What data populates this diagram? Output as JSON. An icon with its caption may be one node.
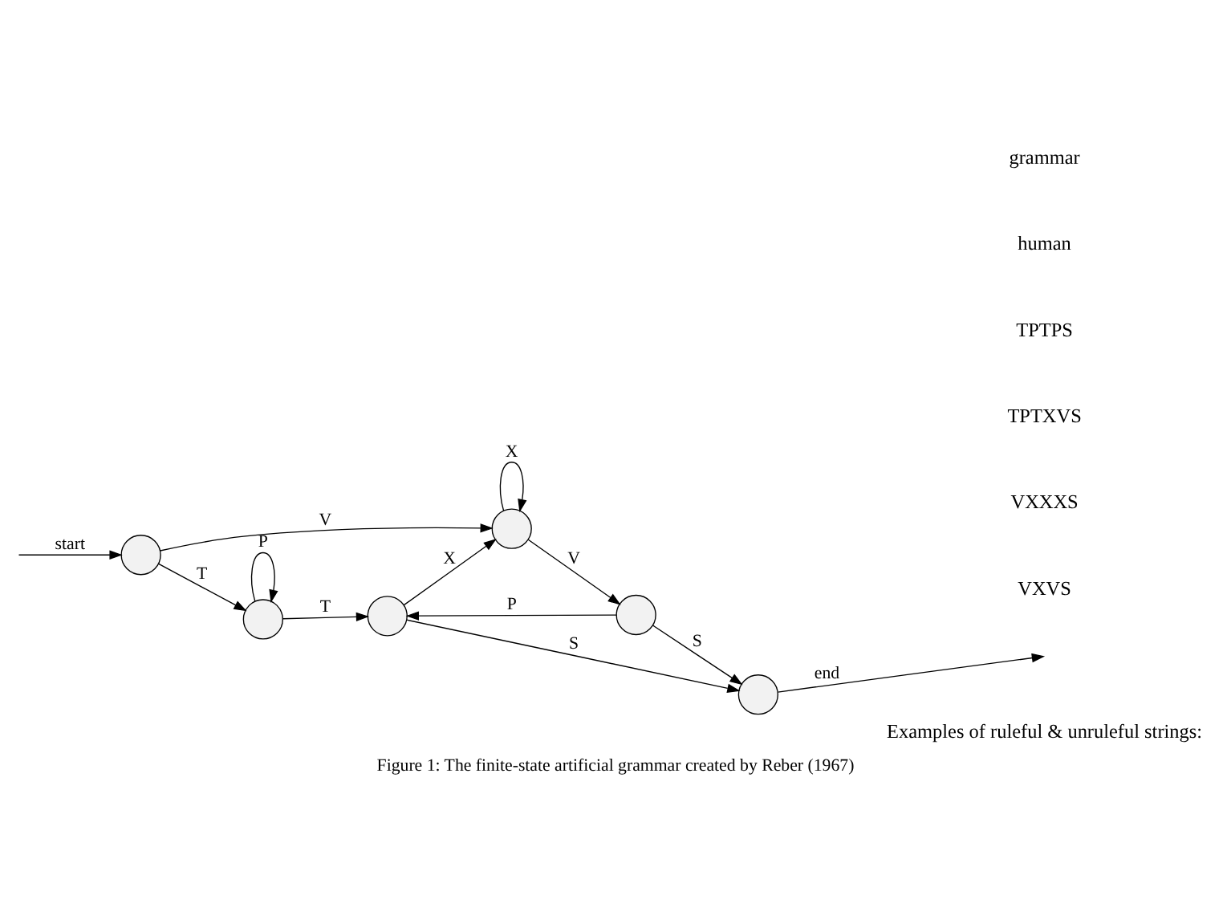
{
  "diagram": {
    "caption": "Figure 1: The finite-state artificial grammar created by Reber (1967)",
    "nodes": [
      {
        "text": [],
        "shape": "circle"
      },
      {
        "text": [],
        "shape": "circle"
      },
      {
        "text": [],
        "shape": "circle"
      },
      {
        "text": [],
        "shape": "circle"
      },
      {
        "text": [],
        "shape": "circle"
      },
      {
        "text": [],
        "shape": "circle"
      }
    ],
    "edges": [
      {
        "from": null,
        "to": 0,
        "arrow": "to",
        "label": "start"
      },
      {
        "from": 0,
        "to": 1,
        "arrow": "to",
        "label": "T"
      },
      {
        "from": 0,
        "to": 2,
        "arrow": "to",
        "label": "V"
      },
      {
        "from": 1,
        "to": 1,
        "arrow": "to",
        "label": "P"
      },
      {
        "from": 1,
        "to": 3,
        "arrow": "to",
        "label": "T"
      },
      {
        "from": 3,
        "to": 2,
        "arrow": "to",
        "label": "X"
      },
      {
        "from": 2,
        "to": 2,
        "arrow": "to",
        "label": "X"
      },
      {
        "from": 2,
        "to": 4,
        "arrow": "to",
        "label": "V"
      },
      {
        "from": 4,
        "to": 3,
        "arrow": "to",
        "label": "P"
      },
      {
        "from": 3,
        "to": 5,
        "arrow": "to",
        "label": "S"
      },
      {
        "from": 4,
        "to": 5,
        "arrow": "to",
        "label": "S"
      },
      {
        "from": 5,
        "to": null,
        "arrow": "to",
        "label": "end"
      }
    ],
    "labels": [
      "Examples of ruleful & unruleful strings:",
      "VXVS",
      "VXXXS",
      "TPTXVS",
      "TPTPS",
      "human",
      "grammar"
    ]
  }
}
